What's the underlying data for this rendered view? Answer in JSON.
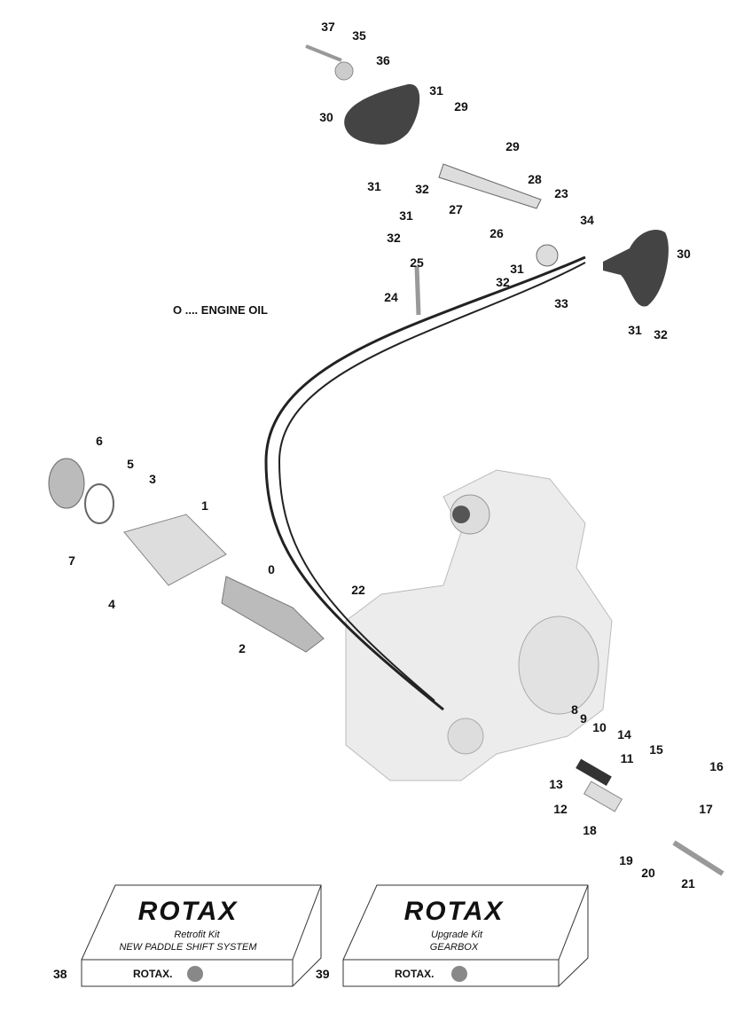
{
  "legend": {
    "text": "O .... ENGINE OIL"
  },
  "callouts": [
    "37",
    "35",
    "36",
    "31",
    "29",
    "30",
    "29",
    "28",
    "31",
    "32",
    "23",
    "31",
    "27",
    "34",
    "32",
    "26",
    "30",
    "25",
    "31",
    "32",
    "24",
    "33",
    "31",
    "32",
    "6",
    "5",
    "3",
    "1",
    "7",
    "0",
    "4",
    "22",
    "2",
    "8",
    "9",
    "10",
    "14",
    "15",
    "16",
    "11",
    "13",
    "12",
    "17",
    "18",
    "19",
    "20",
    "21"
  ],
  "kits": [
    {
      "number": "38",
      "brand": "ROTAX",
      "line1": "Retrofit Kit",
      "line2": "NEW PADDLE SHIFT SYSTEM",
      "footer_brand": "ROTAX."
    },
    {
      "number": "39",
      "brand": "ROTAX",
      "line1": "Upgrade Kit",
      "line2": "GEARBOX",
      "footer_brand": "ROTAX."
    }
  ]
}
